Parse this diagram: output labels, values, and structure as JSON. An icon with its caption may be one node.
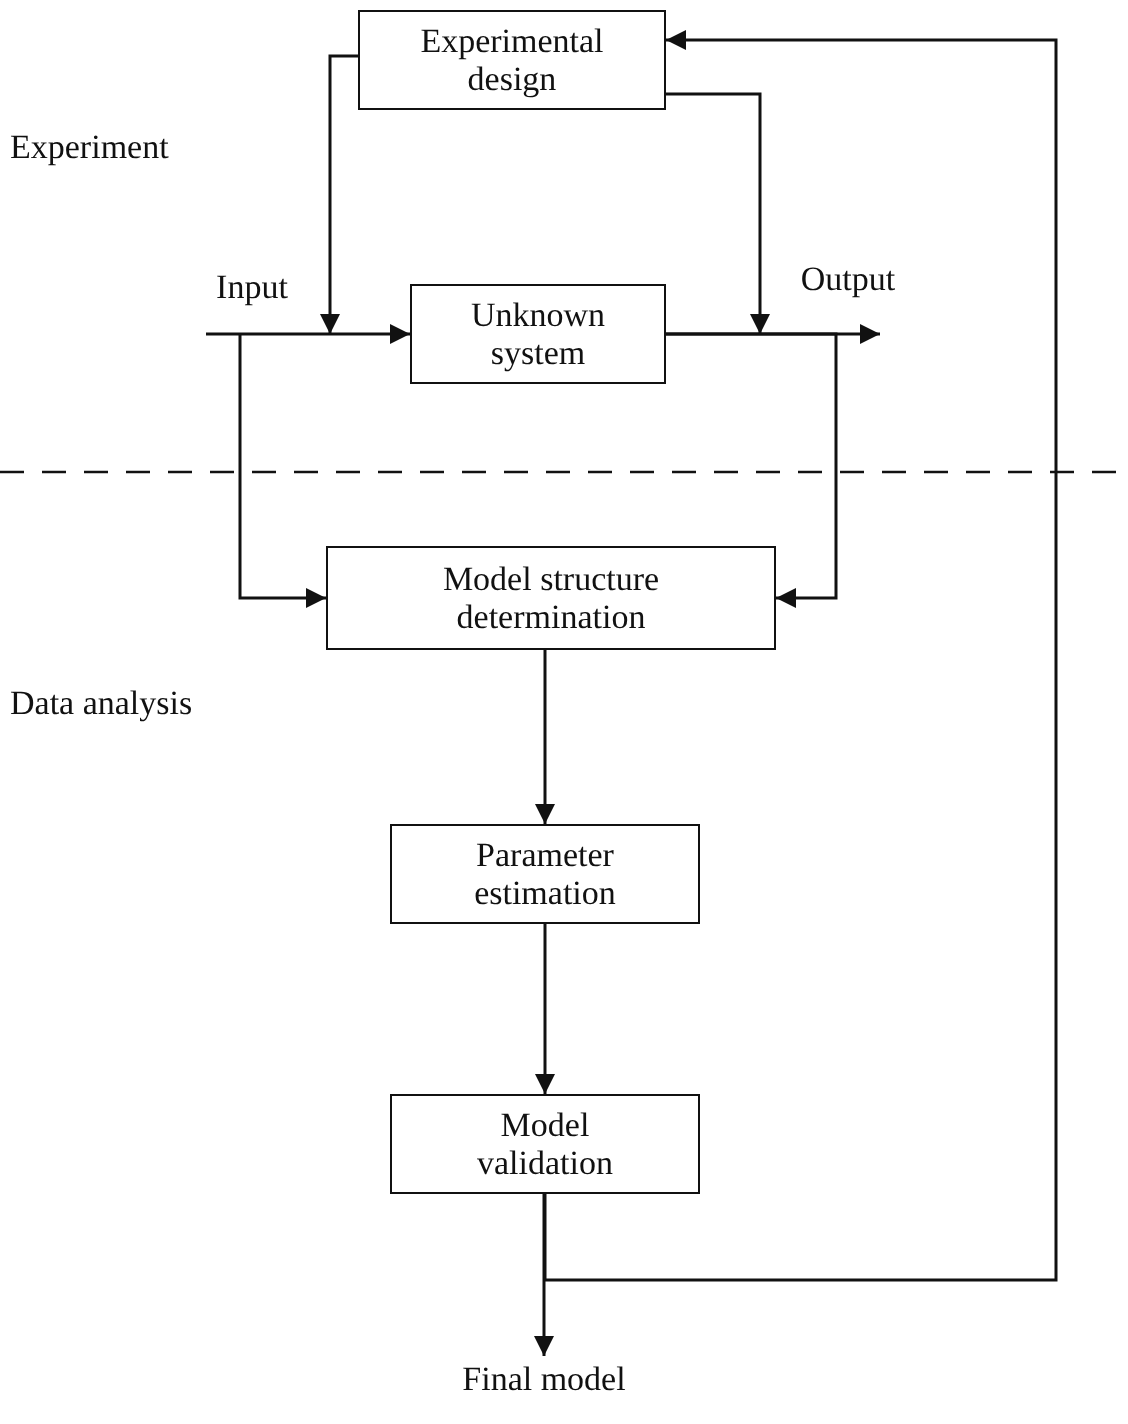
{
  "diagram": {
    "nodes": [
      {
        "text": [
          "Experimental design"
        ]
      },
      {
        "text": [
          "Unknown system"
        ]
      },
      {
        "text": [
          "Model structure determination"
        ]
      },
      {
        "text": [
          "Parameter estimation"
        ]
      },
      {
        "text": [
          "Model validation"
        ]
      },
      {
        "text": [
          "Final model"
        ]
      },
      {
        "text": [
          "Input"
        ]
      },
      {
        "text": [
          "Output"
        ]
      }
    ],
    "edges": [
      {
        "from": 6,
        "to": 1,
        "arrow": "to"
      },
      {
        "from": 6,
        "to": 2,
        "arrow": "to"
      },
      {
        "from": 0,
        "to": 6,
        "arrow": "to"
      },
      {
        "from": 0,
        "to": 7,
        "arrow": "to"
      },
      {
        "from": 1,
        "to": 7,
        "arrow": "to"
      },
      {
        "from": 1,
        "to": 2,
        "arrow": "to"
      },
      {
        "from": 2,
        "to": 3,
        "arrow": "to"
      },
      {
        "from": 3,
        "to": 4,
        "arrow": "to"
      },
      {
        "from": 4,
        "to": 5,
        "arrow": "to"
      },
      {
        "from": 4,
        "to": 0,
        "arrow": "to"
      }
    ],
    "labels": [
      "Experiment",
      "Data analysis"
    ]
  }
}
